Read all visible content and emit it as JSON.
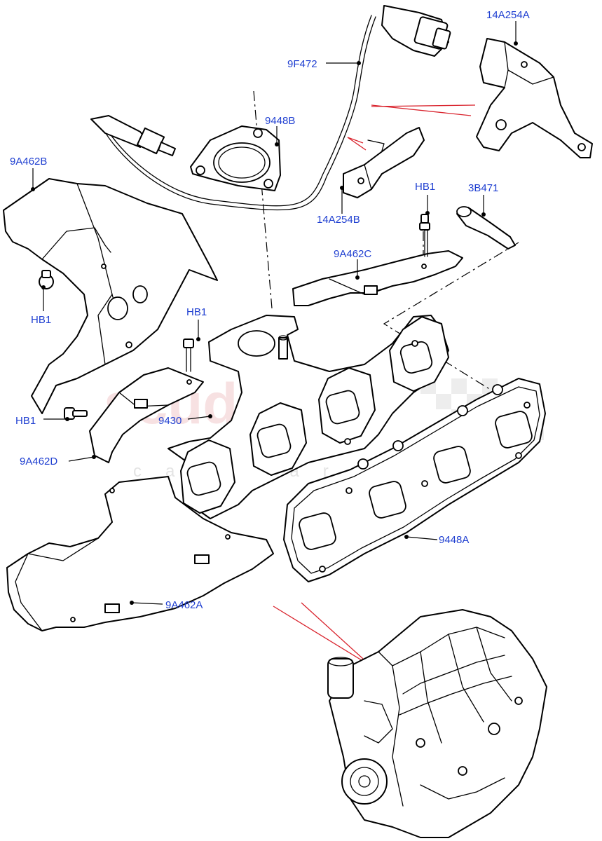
{
  "watermark": {
    "brand": "scuderia",
    "sub": "car parts"
  },
  "callouts": {
    "c_14a254a": "14A254A",
    "c_9f472": "9F472",
    "c_9448b": "9448B",
    "c_9a462b": "9A462B",
    "c_14a254b": "14A254B",
    "c_hb1_top": "HB1",
    "c_3b471": "3B471",
    "c_9a462c": "9A462C",
    "c_hb1_left": "HB1",
    "c_hb1_mid": "HB1",
    "c_hb1_low": "HB1",
    "c_9430": "9430",
    "c_9a462d": "9A462D",
    "c_9448a": "9448A",
    "c_9a462a": "9A462A"
  },
  "colors": {
    "callout_text": "#1f3fd1",
    "reference_lines": "#d9232d",
    "linework": "#000000"
  }
}
